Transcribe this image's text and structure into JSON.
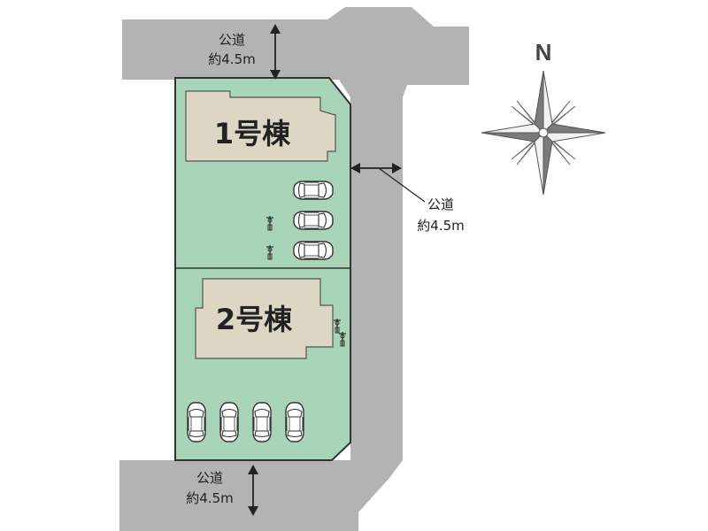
{
  "buildings": [
    {
      "label": "1号棟"
    },
    {
      "label": "2号棟"
    }
  ],
  "roads": [
    {
      "line1": "公道",
      "line2": "約4.5m"
    },
    {
      "line1": "公道",
      "line2": "約4.5m"
    },
    {
      "line1": "公道",
      "line2": "約4.5m"
    }
  ],
  "compass": {
    "north_label": "N"
  },
  "colors": {
    "road": "#b3b3b3",
    "lot": "#a8d4b8",
    "building": "#ddd6c4",
    "outline": "#333333",
    "compass_dark": "#7a7a7a",
    "compass_light": "#f2f2f2"
  },
  "icons": [
    "parking-car-icon",
    "bicycle-icon",
    "compass-rose-icon",
    "dimension-arrow-icon"
  ]
}
